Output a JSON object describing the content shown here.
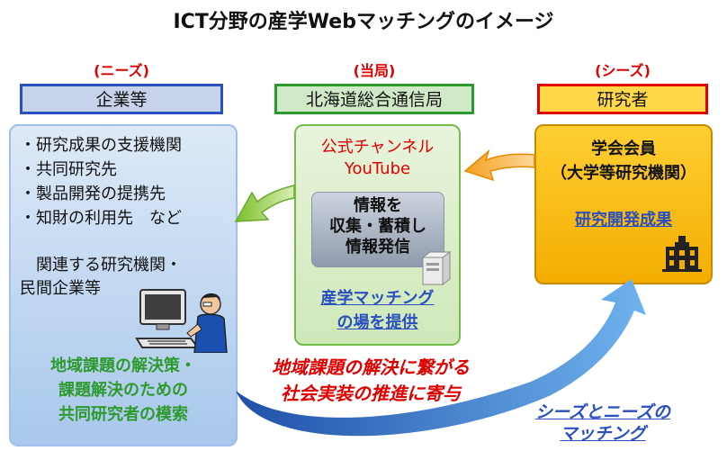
{
  "title": "ICT分野の産学Webマッチングのイメージ",
  "left": {
    "role": "(ニーズ)",
    "header": "企業等",
    "list": [
      "・研究成果の支援機関",
      "・共同研究先",
      "・製品開発の提携先",
      "・知財の利用先　など"
    ],
    "related_line1": "関連する研究機関・",
    "related_line2": "民間企業等",
    "bottom": [
      "地域課題の解決策・",
      "課題解決のための",
      "共同研究者の模索"
    ]
  },
  "middle": {
    "role": "(当局)",
    "header": "北海道総合通信局",
    "channel": [
      "公式チャンネル",
      "YouTube"
    ],
    "info": [
      "情報を",
      "収集・蓄積し",
      "情報発信"
    ],
    "bottom": [
      "産学マッチング",
      "の場を提供"
    ]
  },
  "right": {
    "role": "(シーズ)",
    "header": "研究者",
    "members": [
      "学会会員",
      "（大学等研究機関）"
    ],
    "link": "研究開発成果"
  },
  "slogan": [
    "地域課題の解決に繋がる",
    "社会実装の推進に寄与"
  ],
  "matching": [
    "シーズとニーズの",
    "マッチング"
  ],
  "colors": {
    "left_border": "#2a50c0",
    "middle_border": "#2a9a2a",
    "right_border": "#e00000",
    "accent_red": "#e00000",
    "link_blue": "#2a4fbf",
    "green_text": "#2e9a2e",
    "arrow_orange": "#f5a623",
    "arrow_green": "#8ccc3a",
    "arrow_blue": "#3a7bd5"
  },
  "icons": [
    "computer-user-icon",
    "server-icon",
    "university-building-icon"
  ]
}
